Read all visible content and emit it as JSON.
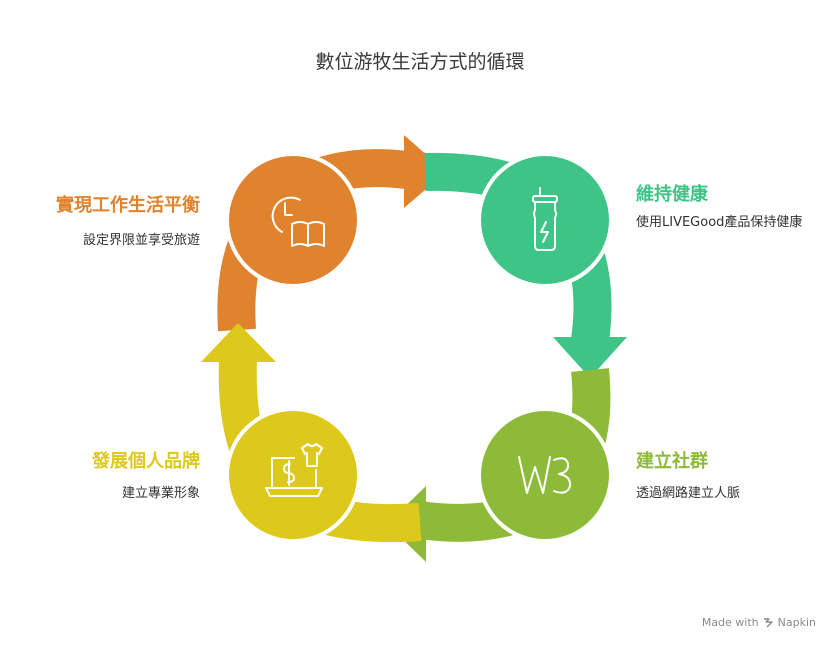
{
  "title": "數位游牧生活方式的循環",
  "colors": {
    "orange": "#E0832F",
    "green": "#3EC486",
    "lime": "#8DBB39",
    "yellow": "#DDC81C",
    "text_dark": "#333333"
  },
  "nodes": [
    {
      "id": "work-life-balance",
      "title": "實現工作生活平衡",
      "desc": "設定界限並享受旅遊",
      "icon": "clock-book-icon",
      "color": "#E0832F"
    },
    {
      "id": "health",
      "title": "維持健康",
      "desc": "使用LIVEGood產品保持健康",
      "icon": "bottle-icon",
      "color": "#3EC486"
    },
    {
      "id": "community",
      "title": "建立社群",
      "desc": "透過網路建立人脈",
      "icon": "w3-icon",
      "color": "#8DBB39"
    },
    {
      "id": "personal-brand",
      "title": "發展個人品牌",
      "desc": "建立專業形象",
      "icon": "laptop-shirt-icon",
      "color": "#DDC81C"
    }
  ],
  "watermark": {
    "text": "Made with",
    "brand": "Napkin",
    "icon": "napkin-logo-icon"
  }
}
